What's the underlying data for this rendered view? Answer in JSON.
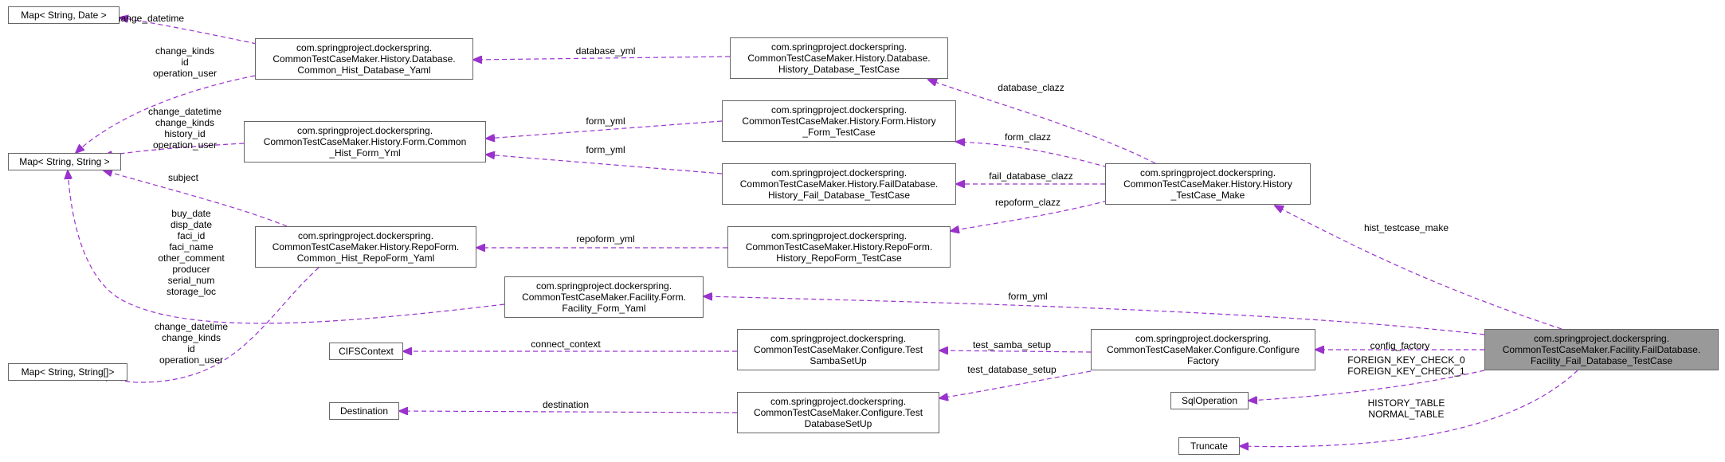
{
  "colors": {
    "edge": "#9a32cd",
    "node_border": "#666666",
    "highlight_fill": "#999999"
  },
  "nodes": {
    "map_date": [
      "Map< String, Date >"
    ],
    "map_string": [
      "Map< String, String >"
    ],
    "map_array": [
      "Map< String, String[]>"
    ],
    "cifs": [
      "CIFSContext"
    ],
    "destination": [
      "Destination"
    ],
    "sqlop": [
      "SqlOperation"
    ],
    "truncate": [
      "Truncate"
    ],
    "hist_db_yaml": [
      "com.springproject.dockerspring.",
      "CommonTestCaseMaker.History.Database.",
      "Common_Hist_Database_Yaml"
    ],
    "hist_form_yml": [
      "com.springproject.dockerspring.",
      "CommonTestCaseMaker.History.Form.Common",
      "_Hist_Form_Yml"
    ],
    "hist_repo_yaml": [
      "com.springproject.dockerspring.",
      "CommonTestCaseMaker.History.RepoForm.",
      "Common_Hist_RepoForm_Yaml"
    ],
    "facility_form_yaml": [
      "com.springproject.dockerspring.",
      "CommonTestCaseMaker.Facility.Form.",
      "Facility_Form_Yaml"
    ],
    "hist_db_tc": [
      "com.springproject.dockerspring.",
      "CommonTestCaseMaker.History.Database.",
      "History_Database_TestCase"
    ],
    "hist_form_tc": [
      "com.springproject.dockerspring.",
      "CommonTestCaseMaker.History.Form.History",
      "_Form_TestCase"
    ],
    "hist_faildb_tc": [
      "com.springproject.dockerspring.",
      "CommonTestCaseMaker.History.FailDatabase.",
      "History_Fail_Database_TestCase"
    ],
    "hist_repo_tc": [
      "com.springproject.dockerspring.",
      "CommonTestCaseMaker.History.RepoForm.",
      "History_RepoForm_TestCase"
    ],
    "samba_setup": [
      "com.springproject.dockerspring.",
      "CommonTestCaseMaker.Configure.Test",
      "SambaSetUp"
    ],
    "db_setup": [
      "com.springproject.dockerspring.",
      "CommonTestCaseMaker.Configure.Test",
      "DatabaseSetUp"
    ],
    "hist_make": [
      "com.springproject.dockerspring.",
      "CommonTestCaseMaker.History.History",
      "_TestCase_Make"
    ],
    "configure_factory": [
      "com.springproject.dockerspring.",
      "CommonTestCaseMaker.Configure.Configure",
      "Factory"
    ],
    "main": [
      "com.springproject.dockerspring.",
      "CommonTestCaseMaker.Facility.FailDatabase.",
      "Facility_Fail_Database_TestCase"
    ]
  },
  "edges": {
    "e_change_datetime": [
      "change_datetime"
    ],
    "e_hist_db_to_map": [
      "change_kinds",
      "id",
      "operation_user"
    ],
    "e_form_to_map": [
      "change_datetime",
      "change_kinds",
      "history_id",
      "operation_user"
    ],
    "e_subject": [
      "subject"
    ],
    "e_facility_to_map": [
      "buy_date",
      "disp_date",
      "faci_id",
      "faci_name",
      "other_comment",
      "producer",
      "serial_num",
      "storage_loc"
    ],
    "e_repo_to_maparray": [
      "change_datetime",
      "change_kinds",
      "id",
      "operation_user"
    ],
    "e_database_yml": [
      "database_yml"
    ],
    "e_form_yml_1": [
      "form_yml"
    ],
    "e_form_yml_2": [
      "form_yml"
    ],
    "e_repoform_yml": [
      "repoform_yml"
    ],
    "e_database_clazz": [
      "database_clazz"
    ],
    "e_form_clazz": [
      "form_clazz"
    ],
    "e_fail_database_clazz": [
      "fail_database_clazz"
    ],
    "e_repoform_clazz": [
      "repoform_clazz"
    ],
    "e_hist_testcase_make": [
      "hist_testcase_make"
    ],
    "e_form_yml_main": [
      "form_yml"
    ],
    "e_config_factory": [
      "config_factory"
    ],
    "e_test_samba_setup": [
      "test_samba_setup"
    ],
    "e_test_database_setup": [
      "test_database_setup"
    ],
    "e_connect_context": [
      "connect_context"
    ],
    "e_destination": [
      "destination"
    ],
    "e_foreign_key": [
      "FOREIGN_KEY_CHECK_0",
      "FOREIGN_KEY_CHECK_1"
    ],
    "e_table": [
      "HISTORY_TABLE",
      "NORMAL_TABLE"
    ]
  }
}
